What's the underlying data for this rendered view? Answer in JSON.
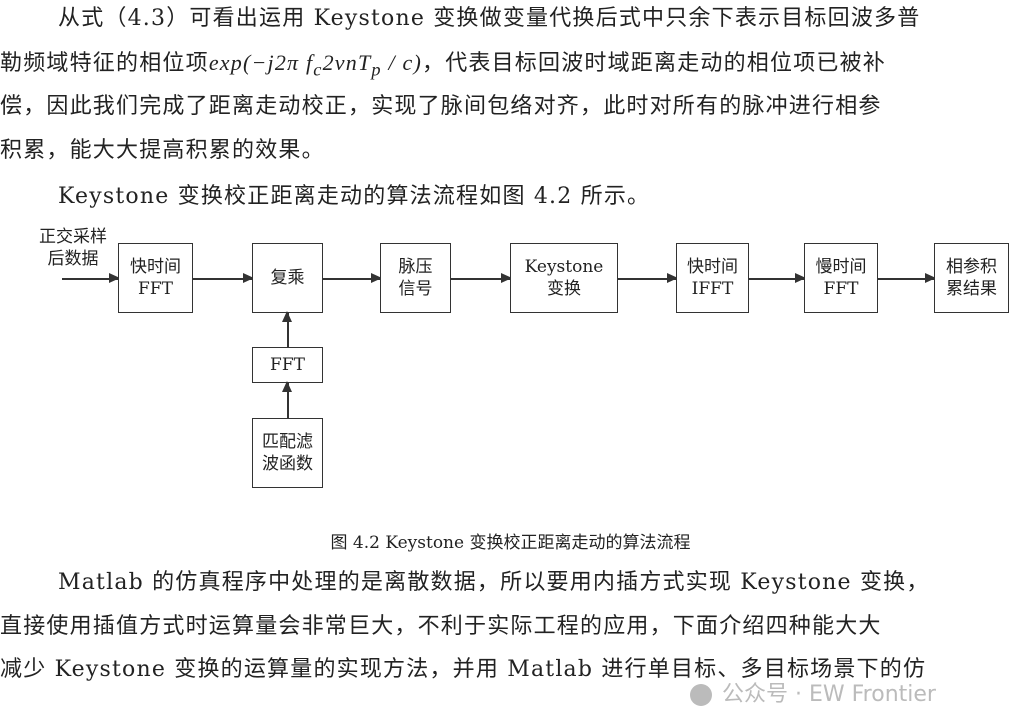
{
  "paragraph1": {
    "line1": "从式（4.3）可看出运用 Keystone 变换做变量代换后式中只余下表示目标回波多普",
    "line2_pre": "勒频域特征的相位项",
    "line2_math": "exp(−j2π f",
    "line2_math_sub": "c",
    "line2_math2": "2vnT",
    "line2_math_sub2": "p",
    "line2_math3": " / c)",
    "line2_post": "，代表目标回波时域距离走动的相位项已被补",
    "line3": "偿，因此我们完成了距离走动校正，实现了脉间包络对齐，此时对所有的脉冲进行相参",
    "line4": "积累，能大大提高积累的效果。"
  },
  "paragraph2": "Keystone 变换校正距离走动的算法流程如图 4.2 所示。",
  "diagram": {
    "input_label_1": "正交采样",
    "input_label_2": "后数据",
    "boxes": [
      {
        "l1": "快时间",
        "l2": "FFT"
      },
      {
        "l1": "复乘",
        "l2": ""
      },
      {
        "l1": "脉压",
        "l2": "信号"
      },
      {
        "l1": "Keystone",
        "l2": "变换"
      },
      {
        "l1": "快时间",
        "l2": "IFFT"
      },
      {
        "l1": "慢时间",
        "l2": "FFT"
      },
      {
        "l1": "相参积",
        "l2": "累结果"
      }
    ],
    "fft_box": "FFT",
    "filter_box_1": "匹配滤",
    "filter_box_2": "波函数"
  },
  "caption": "图 4.2 Keystone 变换校正距离走动的算法流程",
  "paragraph3": {
    "line1": "Matlab 的仿真程序中处理的是离散数据，所以要用内插方式实现 Keystone 变换，",
    "line2": "直接使用插值方式时运算量会非常巨大，不利于实际工程的应用，下面介绍四种能大大",
    "line3": "减少 Keystone 变换的运算量的实现方法，并用 Matlab 进行单目标、多目标场景下的仿"
  },
  "watermark": "公众号 · EW Frontier"
}
